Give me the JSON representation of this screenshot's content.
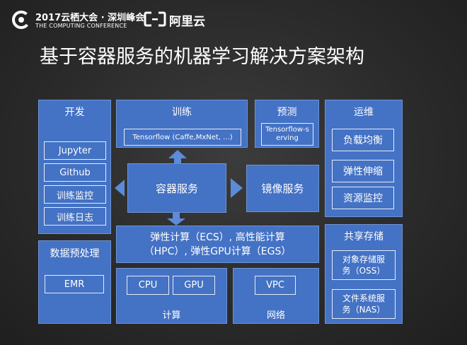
{
  "header": {
    "event_title": "2017云栖大会 · 深圳峰会",
    "event_subtitle": "THE COMPUTING CONFERENCE",
    "brand_name": "阿里云",
    "brand_icon_glyph": "[-]"
  },
  "slide": {
    "title": "基于容器服务的机器学习解决方案架构"
  },
  "dev": {
    "title": "开发",
    "items": [
      "Jupyter",
      "Github",
      "训练监控",
      "训练日志"
    ]
  },
  "train": {
    "title": "训练",
    "frameworks": "Tensorflow (Caffe,MxNet, ...)"
  },
  "predict": {
    "title": "预测",
    "serving": "Tensorflow-serving"
  },
  "ops": {
    "title": "运维",
    "items": [
      "负载均衡",
      "弹性伸缩",
      "资源监控"
    ]
  },
  "container": {
    "label": "容器服务"
  },
  "image": {
    "label": "镜像服务"
  },
  "compute_service": {
    "line1": "弹性计算（ECS）, 高性能计算",
    "line2": "（HPC）, 弹性GPU计算（EGS）"
  },
  "preprocess": {
    "title": "数据预处理",
    "item": "EMR"
  },
  "compute": {
    "title": "计算",
    "items": [
      "CPU",
      "GPU"
    ]
  },
  "network": {
    "title": "网络",
    "item": "VPC"
  },
  "storage": {
    "title": "共享存储",
    "items": [
      {
        "line1": "对象存储服",
        "line2": "务（OSS）"
      },
      {
        "line1": "文件系统服",
        "line2": "务（NAS）"
      }
    ]
  },
  "colors": {
    "panel_blue": "#4472c4",
    "arrow_blue": "#5b8bd9",
    "background": "#2e2e2e"
  }
}
